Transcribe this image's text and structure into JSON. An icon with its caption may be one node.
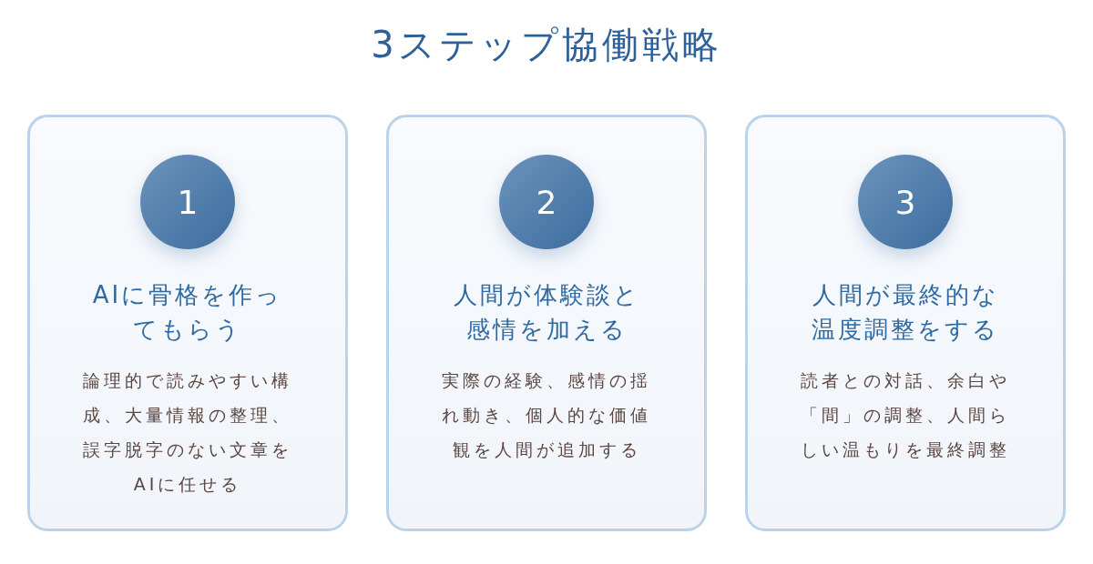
{
  "diagram": {
    "title": "3ステップ協働戦略",
    "nodes": [
      {
        "text": [
          "AIに骨格を作ってもらう",
          "論理的で読みやすい構成、大量情報の整理、誤字脱字のない文章をAIに任せる"
        ]
      },
      {
        "text": [
          "1"
        ],
        "in": 0
      },
      {
        "text": [
          "人間が体験談と感情を加える",
          "実際の経験、感情の揺れ動き、個人的な価値観を人間が追加する"
        ]
      },
      {
        "text": [
          "2"
        ],
        "in": 2
      },
      {
        "text": [
          "人間が最終的な温度調整をする",
          "読者との対話、余白や「間」の調整、人間らしい温もりを最終調整"
        ]
      },
      {
        "text": [
          "3"
        ],
        "in": 4
      }
    ],
    "edges": []
  }
}
